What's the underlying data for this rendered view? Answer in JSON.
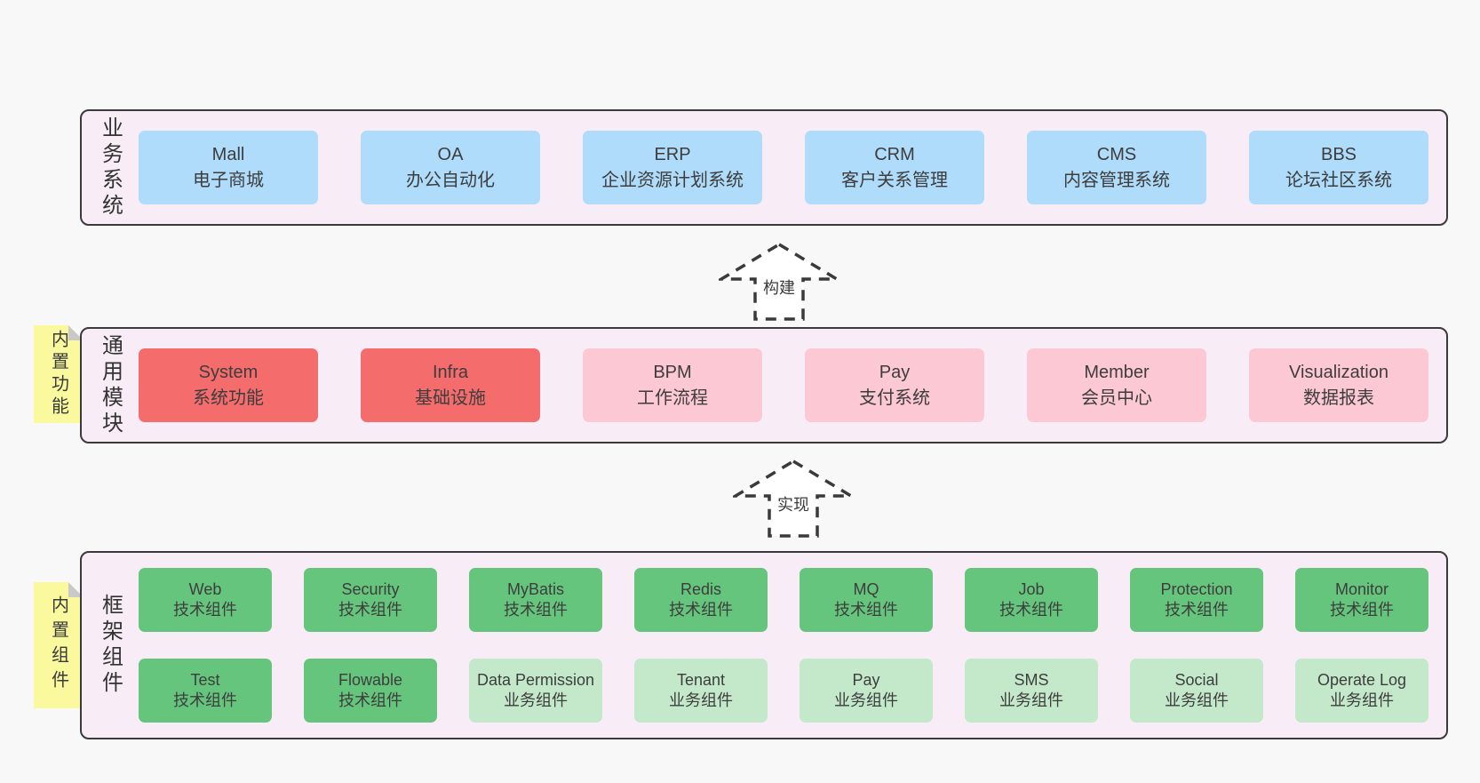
{
  "colors": {
    "page_background": "#f8f8f8",
    "container_background": "#f8edf6",
    "container_border": "#3a3a3a",
    "blue": "#aedcfa",
    "red": "#f56c6c",
    "pink": "#fcc8d3",
    "green": "#66c57d",
    "lightgreen": "#c3e9ca",
    "note_yellow": "#fbf99e",
    "note_fold_gray": "#c9c9c9",
    "text": "#3d3d3d"
  },
  "arrows": [
    {
      "label": "构建"
    },
    {
      "label": "实现"
    }
  ],
  "layers": [
    {
      "label": "业务系统",
      "rows": [
        [
          {
            "en": "Mall",
            "zh": "电子商城",
            "type": "blue"
          },
          {
            "en": "OA",
            "zh": "办公自动化",
            "type": "blue"
          },
          {
            "en": "ERP",
            "zh": "企业资源计划系统",
            "type": "blue"
          },
          {
            "en": "CRM",
            "zh": "客户关系管理",
            "type": "blue"
          },
          {
            "en": "CMS",
            "zh": "内容管理系统",
            "type": "blue"
          },
          {
            "en": "BBS",
            "zh": "论坛社区系统",
            "type": "blue"
          }
        ]
      ]
    },
    {
      "label": "通用模块",
      "note": "内置功能",
      "rows": [
        [
          {
            "en": "System",
            "zh": "系统功能",
            "type": "red"
          },
          {
            "en": "Infra",
            "zh": "基础设施",
            "type": "red"
          },
          {
            "en": "BPM",
            "zh": "工作流程",
            "type": "pink"
          },
          {
            "en": "Pay",
            "zh": "支付系统",
            "type": "pink"
          },
          {
            "en": "Member",
            "zh": "会员中心",
            "type": "pink"
          },
          {
            "en": "Visualization",
            "zh": "数据报表",
            "type": "pink"
          }
        ]
      ]
    },
    {
      "label": "框架组件",
      "note": "内置组件",
      "rows": [
        [
          {
            "en": "Web",
            "zh": "技术组件",
            "type": "green"
          },
          {
            "en": "Security",
            "zh": "技术组件",
            "type": "green"
          },
          {
            "en": "MyBatis",
            "zh": "技术组件",
            "type": "green"
          },
          {
            "en": "Redis",
            "zh": "技术组件",
            "type": "green"
          },
          {
            "en": "MQ",
            "zh": "技术组件",
            "type": "green"
          },
          {
            "en": "Job",
            "zh": "技术组件",
            "type": "green"
          },
          {
            "en": "Protection",
            "zh": "技术组件",
            "type": "green"
          },
          {
            "en": "Monitor",
            "zh": "技术组件",
            "type": "green"
          }
        ],
        [
          {
            "en": "Test",
            "zh": "技术组件",
            "type": "green"
          },
          {
            "en": "Flowable",
            "zh": "技术组件",
            "type": "green"
          },
          {
            "en": "Data Permission",
            "zh": "业务组件",
            "type": "lightgreen"
          },
          {
            "en": "Tenant",
            "zh": "业务组件",
            "type": "lightgreen"
          },
          {
            "en": "Pay",
            "zh": "业务组件",
            "type": "lightgreen"
          },
          {
            "en": "SMS",
            "zh": "业务组件",
            "type": "lightgreen"
          },
          {
            "en": "Social",
            "zh": "业务组件",
            "type": "lightgreen"
          },
          {
            "en": "Operate Log",
            "zh": "业务组件",
            "type": "lightgreen"
          }
        ]
      ]
    }
  ]
}
